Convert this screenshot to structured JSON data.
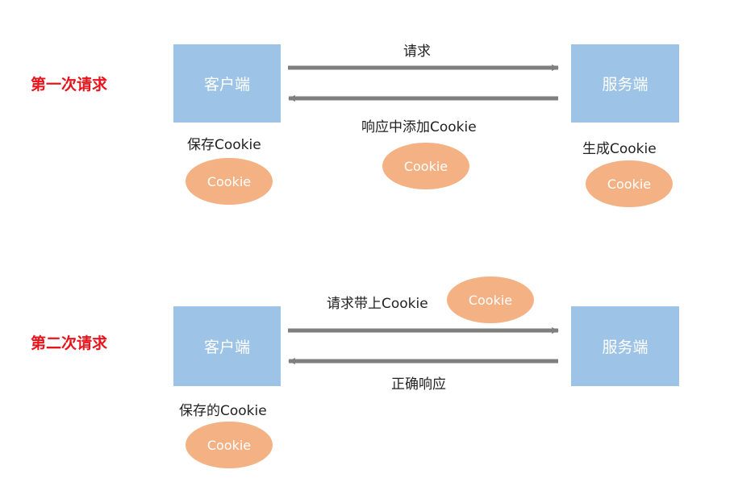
{
  "first_request": {
    "stage_label": "第一次请求",
    "client_box": "客户端",
    "server_box": "服务端",
    "request_label": "请求",
    "response_label": "响应中添加Cookie",
    "client_caption": "保存Cookie",
    "server_caption": "生成Cookie",
    "client_cookie": "Cookie",
    "transit_cookie": "Cookie",
    "server_cookie": "Cookie"
  },
  "second_request": {
    "stage_label": "第二次请求",
    "client_box": "客户端",
    "server_box": "服务端",
    "request_label": "请求带上Cookie",
    "request_cookie": "Cookie",
    "response_label": "正确响应",
    "client_caption": "保存的Cookie",
    "client_cookie": "Cookie"
  },
  "colors": {
    "stage_label": "#e8141b",
    "box_fill": "#9dc3e6",
    "cookie_fill": "#f4b183",
    "arrow": "#7f7f7f"
  }
}
